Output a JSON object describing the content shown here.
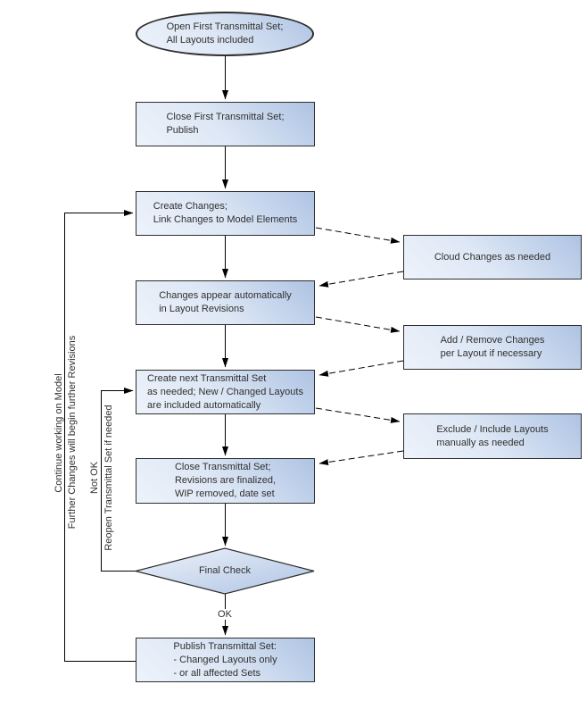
{
  "colors": {
    "node_fill_light": "#eef3fb",
    "node_fill_dark": "#aec3e3",
    "node_border": "#2e2e2e",
    "connector": "#000000",
    "text": "#30302e",
    "background": "#ffffff"
  },
  "nodes": {
    "open_first": {
      "lines": [
        "Open First Transmittal Set;",
        "All Layouts included"
      ]
    },
    "close_first": {
      "lines": [
        "Close First Transmittal Set;",
        "Publish"
      ]
    },
    "create_changes": {
      "lines": [
        "Create Changes;",
        "Link Changes to Model Elements"
      ]
    },
    "changes_appear": {
      "lines": [
        "Changes appear automatically",
        "in Layout Revisions"
      ]
    },
    "create_next": {
      "lines": [
        "Create next Transmittal Set",
        "as needed; New / Changed Layouts",
        "are included automatically"
      ]
    },
    "close_set": {
      "lines": [
        "Close Transmittal Set;",
        "Revisions are finalized,",
        "WIP removed, date set"
      ]
    },
    "final_check": {
      "label": "Final Check"
    },
    "publish_set": {
      "lines": [
        "Publish Transmittal Set:",
        "- Changed Layouts only",
        "- or all affected Sets"
      ]
    },
    "cloud_changes": {
      "lines": [
        "Cloud Changes as needed"
      ]
    },
    "add_remove": {
      "lines": [
        "Add / Remove Changes",
        "per Layout if necessary"
      ]
    },
    "exclude_include": {
      "lines": [
        "Exclude / Include Layouts",
        "manually as needed"
      ]
    }
  },
  "labels": {
    "ok": "OK",
    "continue_working": "Continue working on Model",
    "further_changes": "Further Changes will begin further Revisions",
    "not_ok": "Not OK",
    "reopen": "Reopen Transmittal Set if needed"
  }
}
